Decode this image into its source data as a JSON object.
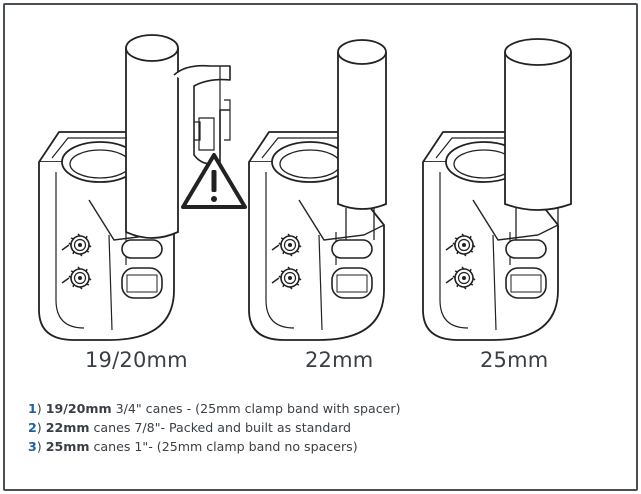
{
  "labels": {
    "a": "19/20mm",
    "b": "22mm",
    "c": "25mm"
  },
  "notes": [
    {
      "num": "1",
      "paren": ")",
      "size": "19/20mm",
      "text": " 3/4\" canes - (25mm clamp band with spacer)"
    },
    {
      "num": "2",
      "paren": ")",
      "size": "22mm",
      "text": " canes 7/8\"- Packed and built as standard"
    },
    {
      "num": "3",
      "paren": ")",
      "size": "25mm",
      "text": " canes 1\"- (25mm clamp band no spacers)"
    }
  ],
  "warning_icon": "warning-triangle-icon",
  "colors": {
    "frame": "#4a4f54",
    "line": "#222222",
    "accent": "#1f5fa8"
  }
}
